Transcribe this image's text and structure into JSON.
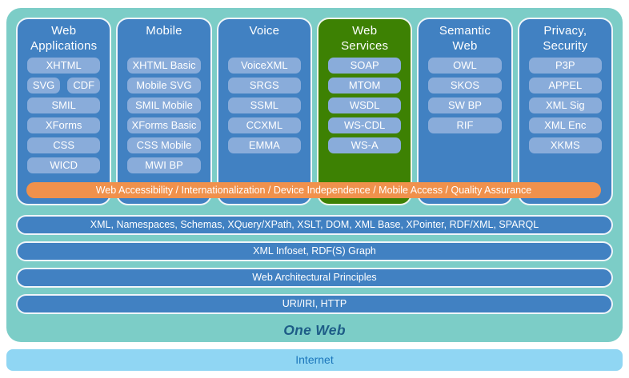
{
  "diagram": {
    "columns": [
      {
        "title_line1": "Web",
        "title_line2": "Applications",
        "chips": [
          "XHTML",
          "SVG",
          "CDF",
          "SMIL",
          "XForms",
          "CSS",
          "WICD"
        ]
      },
      {
        "title_line1": "Mobile",
        "title_line2": "",
        "chips": [
          "XHTML Basic",
          "Mobile SVG",
          "SMIL Mobile",
          "XForms Basic",
          "CSS Mobile",
          "MWI BP"
        ]
      },
      {
        "title_line1": "Voice",
        "title_line2": "",
        "chips": [
          "VoiceXML",
          "SRGS",
          "SSML",
          "CCXML",
          "EMMA"
        ]
      },
      {
        "title_line1": "Web",
        "title_line2": "Services",
        "chips": [
          "SOAP",
          "MTOM",
          "WSDL",
          "WS-CDL",
          "WS-A"
        ]
      },
      {
        "title_line1": "Semantic",
        "title_line2": "Web",
        "chips": [
          "OWL",
          "SKOS",
          "SW BP",
          "RIF"
        ]
      },
      {
        "title_line1": "Privacy,",
        "title_line2": "Security",
        "chips": [
          "P3P",
          "APPEL",
          "XML Sig",
          "XML Enc",
          "XKMS"
        ]
      }
    ],
    "orange_bar": "Web Accessibility / Internationalization / Device Independence / Mobile Access / Quality Assurance",
    "wide_bars": [
      "XML, Namespaces, Schemas, XQuery/XPath, XSLT, DOM, XML Base, XPointer, RDF/XML, SPARQL",
      "XML Infoset, RDF(S) Graph",
      "Web Architectural Principles",
      "URI/IRI, HTTP"
    ],
    "one_web_label": "One Web",
    "internet_label": "Internet",
    "colors": {
      "background_teal": "#7ccdc7",
      "column_blue": "#4181c2",
      "chip_blue": "#89acda",
      "web_services_green": "#3d8103",
      "horizontal_orange": "#f0914c",
      "internet_light_blue": "#90d6f3",
      "dark_blue_text": "#1d5c87",
      "internet_text_blue": "#1b76bb"
    }
  }
}
